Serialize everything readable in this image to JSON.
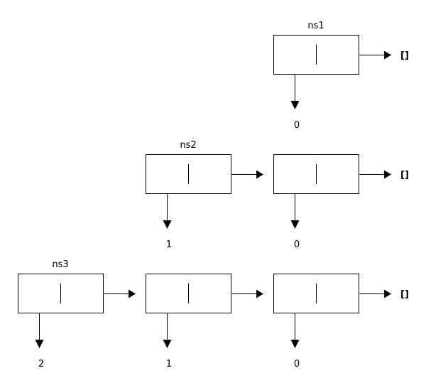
{
  "rows": [
    {
      "label": "ns1",
      "cells": [
        {
          "car": "0"
        }
      ],
      "terminator": "[]"
    },
    {
      "label": "ns2",
      "cells": [
        {
          "car": "1"
        },
        {
          "car": "0"
        }
      ],
      "terminator": "[]"
    },
    {
      "label": "ns3",
      "cells": [
        {
          "car": "2"
        },
        {
          "car": "1"
        },
        {
          "car": "0"
        }
      ],
      "terminator": "[]"
    }
  ]
}
